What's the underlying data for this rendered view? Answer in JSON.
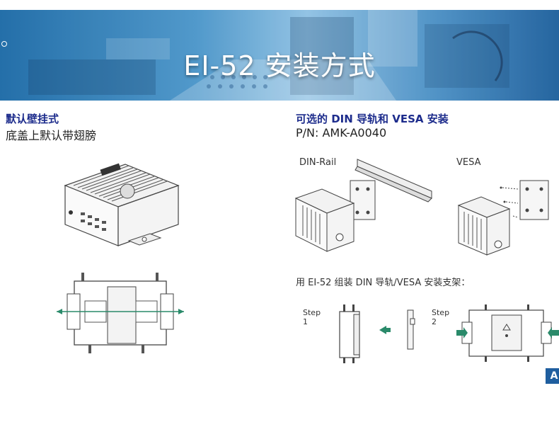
{
  "banner": {
    "title": "EI-52 安装方式"
  },
  "left": {
    "heading": "默认壁挂式",
    "subheading": "底盖上默认带翅膀"
  },
  "right": {
    "heading": "可选的 DIN 导轨和 VESA 安装",
    "part_number": "P/N: AMK-A0040",
    "din_label": "DIN-Rail",
    "vesa_label": "VESA",
    "instruction": "用 EI-52 组装 DIN 导轨/VESA 安装支架：",
    "step1": [
      "Step",
      "1"
    ],
    "step2": [
      "Step",
      "2"
    ]
  },
  "corner_tab": "A",
  "colors": {
    "heading_blue": "#1d2c8c",
    "arrow_green": "#2a8a6a",
    "banner_blue": "#1c6aa6"
  }
}
